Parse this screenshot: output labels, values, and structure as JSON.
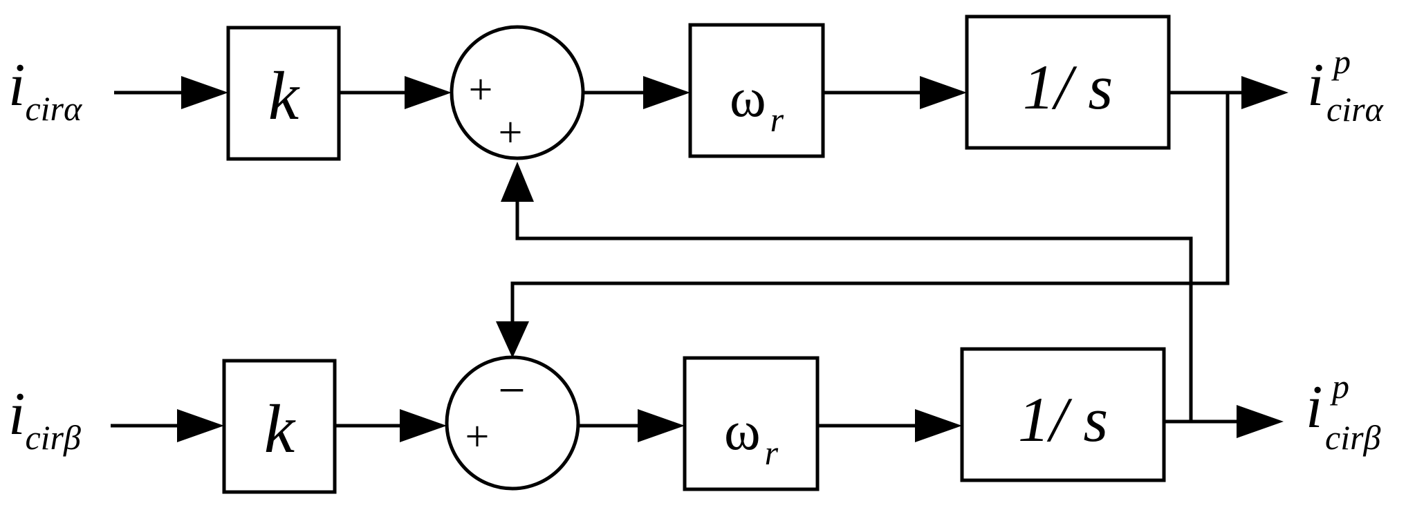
{
  "top_row": {
    "input_label": {
      "main": "i",
      "sub": "cirα"
    },
    "gain_label": "k",
    "sum_signs": [
      "+",
      "+"
    ],
    "omega_label": {
      "main": "ω",
      "sub": "r"
    },
    "integrator_label": "1/ s",
    "output_label": {
      "main": "i",
      "sub": "cirα",
      "sup": "p"
    }
  },
  "bottom_row": {
    "input_label": {
      "main": "i",
      "sub": "cirβ"
    },
    "gain_label": "k",
    "sum_signs": [
      "+",
      "−"
    ],
    "omega_label": {
      "main": "ω",
      "sub": "r"
    },
    "integrator_label": "1/ s",
    "output_label": {
      "main": "i",
      "sub": "cirβ",
      "sup": "p"
    }
  }
}
